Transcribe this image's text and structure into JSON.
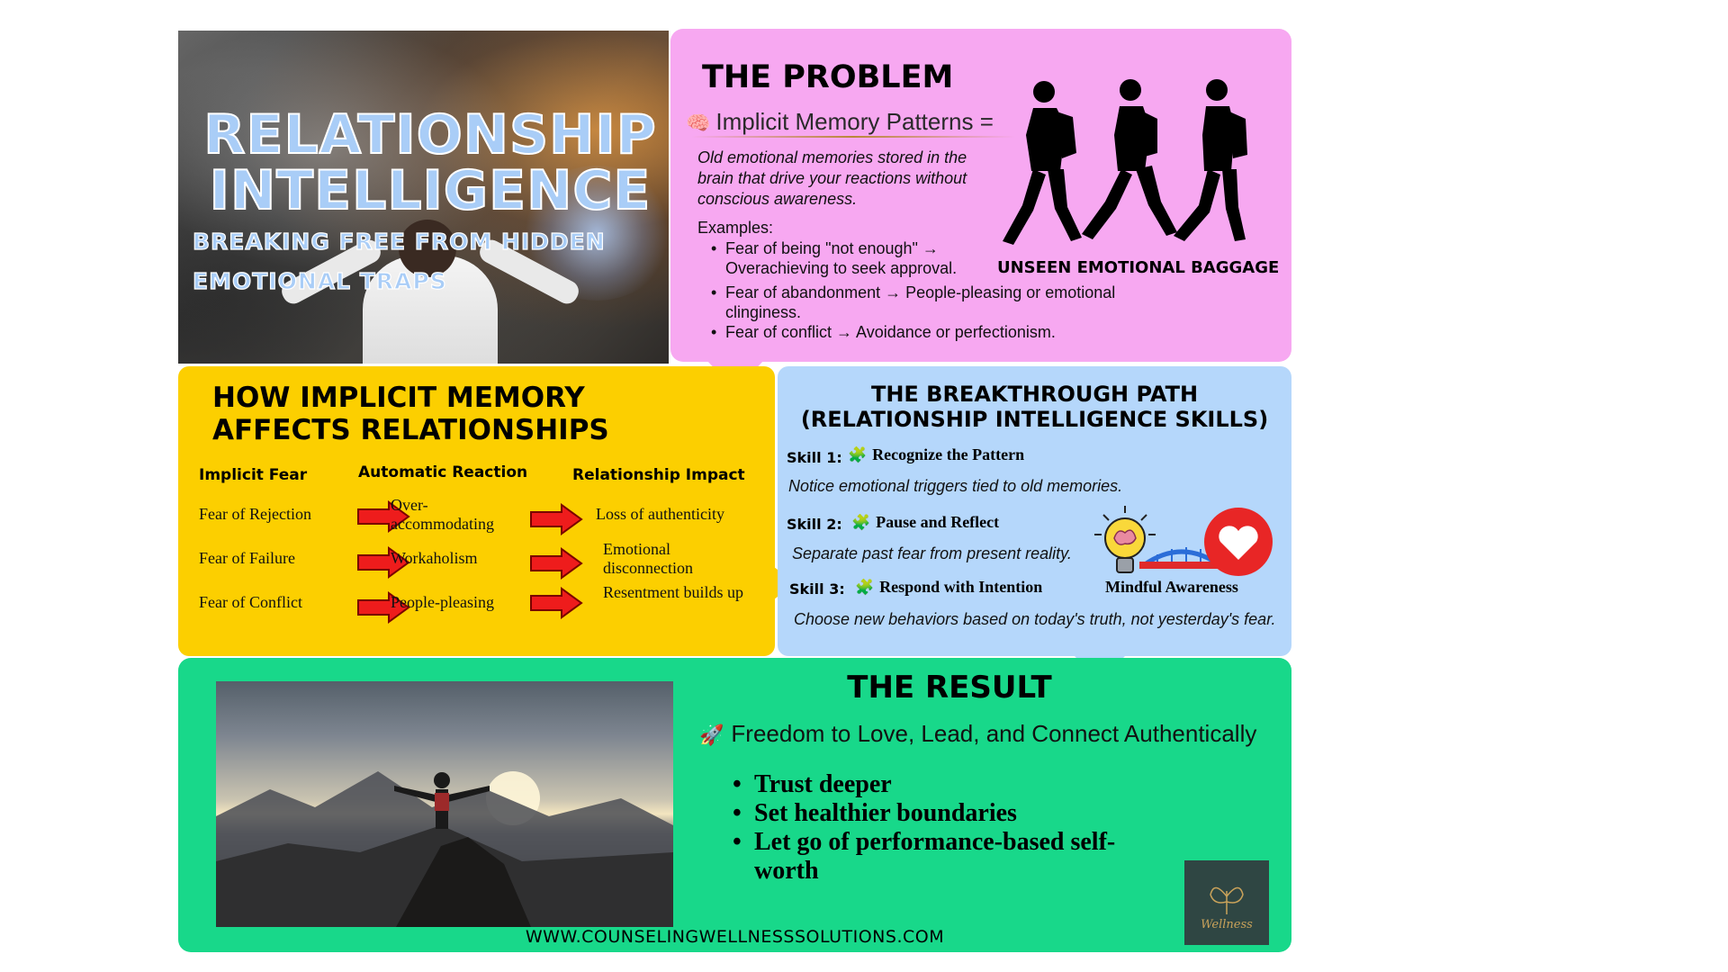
{
  "hero": {
    "title_line1": "RELATIONSHIP",
    "title_line2": "INTELLIGENCE",
    "subtitle_line1": "BREAKING FREE FROM HIDDEN",
    "subtitle_line2": "EMOTIONAL TRAPS"
  },
  "problem": {
    "title": "THE PROBLEM",
    "subtitle_icon": "🧠",
    "subtitle": "Implicit Memory Patterns =",
    "description": "Old emotional memories stored in the brain that drive your reactions without conscious awareness.",
    "examples_label": "Examples:",
    "examples": [
      "Fear of being \"not enough\" → Overachieving to seek approval.",
      "Fear of abandonment → People-pleasing or emotional clinginess.",
      "Fear of conflict → Avoidance or perfectionism."
    ],
    "image_caption": "UNSEEN EMOTIONAL BAGGAGE"
  },
  "how": {
    "title_line1": "HOW IMPLICIT MEMORY",
    "title_line2": "AFFECTS RELATIONSHIPS",
    "col_headers": [
      "Implicit Fear",
      "Automatic Reaction",
      "Relationship Impact"
    ],
    "rows": [
      {
        "fear": "Fear of Rejection",
        "reaction": "Over-accommodating",
        "impact": "Loss of authenticity"
      },
      {
        "fear": "Fear of Failure",
        "reaction": "Workaholism",
        "impact": "Emotional disconnection"
      },
      {
        "fear": "Fear of Conflict",
        "reaction": "People-pleasing",
        "impact": "Resentment builds up"
      }
    ]
  },
  "breakthrough": {
    "title_line1": "THE BREAKTHROUGH PATH",
    "title_line2": "(RELATIONSHIP INTELLIGENCE SKILLS)",
    "skills": [
      {
        "label": "Skill 1:",
        "icon": "🧩",
        "name": "Recognize the Pattern",
        "desc": "Notice emotional triggers tied to old memories."
      },
      {
        "label": "Skill 2:",
        "icon": "🧩",
        "name": "Pause and Reflect",
        "desc": "Separate past fear from present reality."
      },
      {
        "label": "Skill 3:",
        "icon": "🧩",
        "name": "Respond with Intention",
        "desc": "Choose new behaviors based on today's truth, not yesterday's fear."
      }
    ],
    "image_caption": "Mindful Awareness"
  },
  "result": {
    "title": "THE RESULT",
    "subtitle_icon": "🚀",
    "subtitle": "Freedom to Love, Lead, and Connect Authentically",
    "items": [
      "Trust deeper",
      "Set healthier boundaries",
      "Let go of performance-based self-worth"
    ],
    "website": "WWW.COUNSELINGWELLNESSSOLUTIONS.COM",
    "logo_text": "Wellness"
  },
  "colors": {
    "problem_bg": "#f7a8f1",
    "how_bg": "#fccf00",
    "breakthrough_bg": "#b5d7fb",
    "result_bg": "#18d88a",
    "arrow_red": "#ee1c1c"
  }
}
